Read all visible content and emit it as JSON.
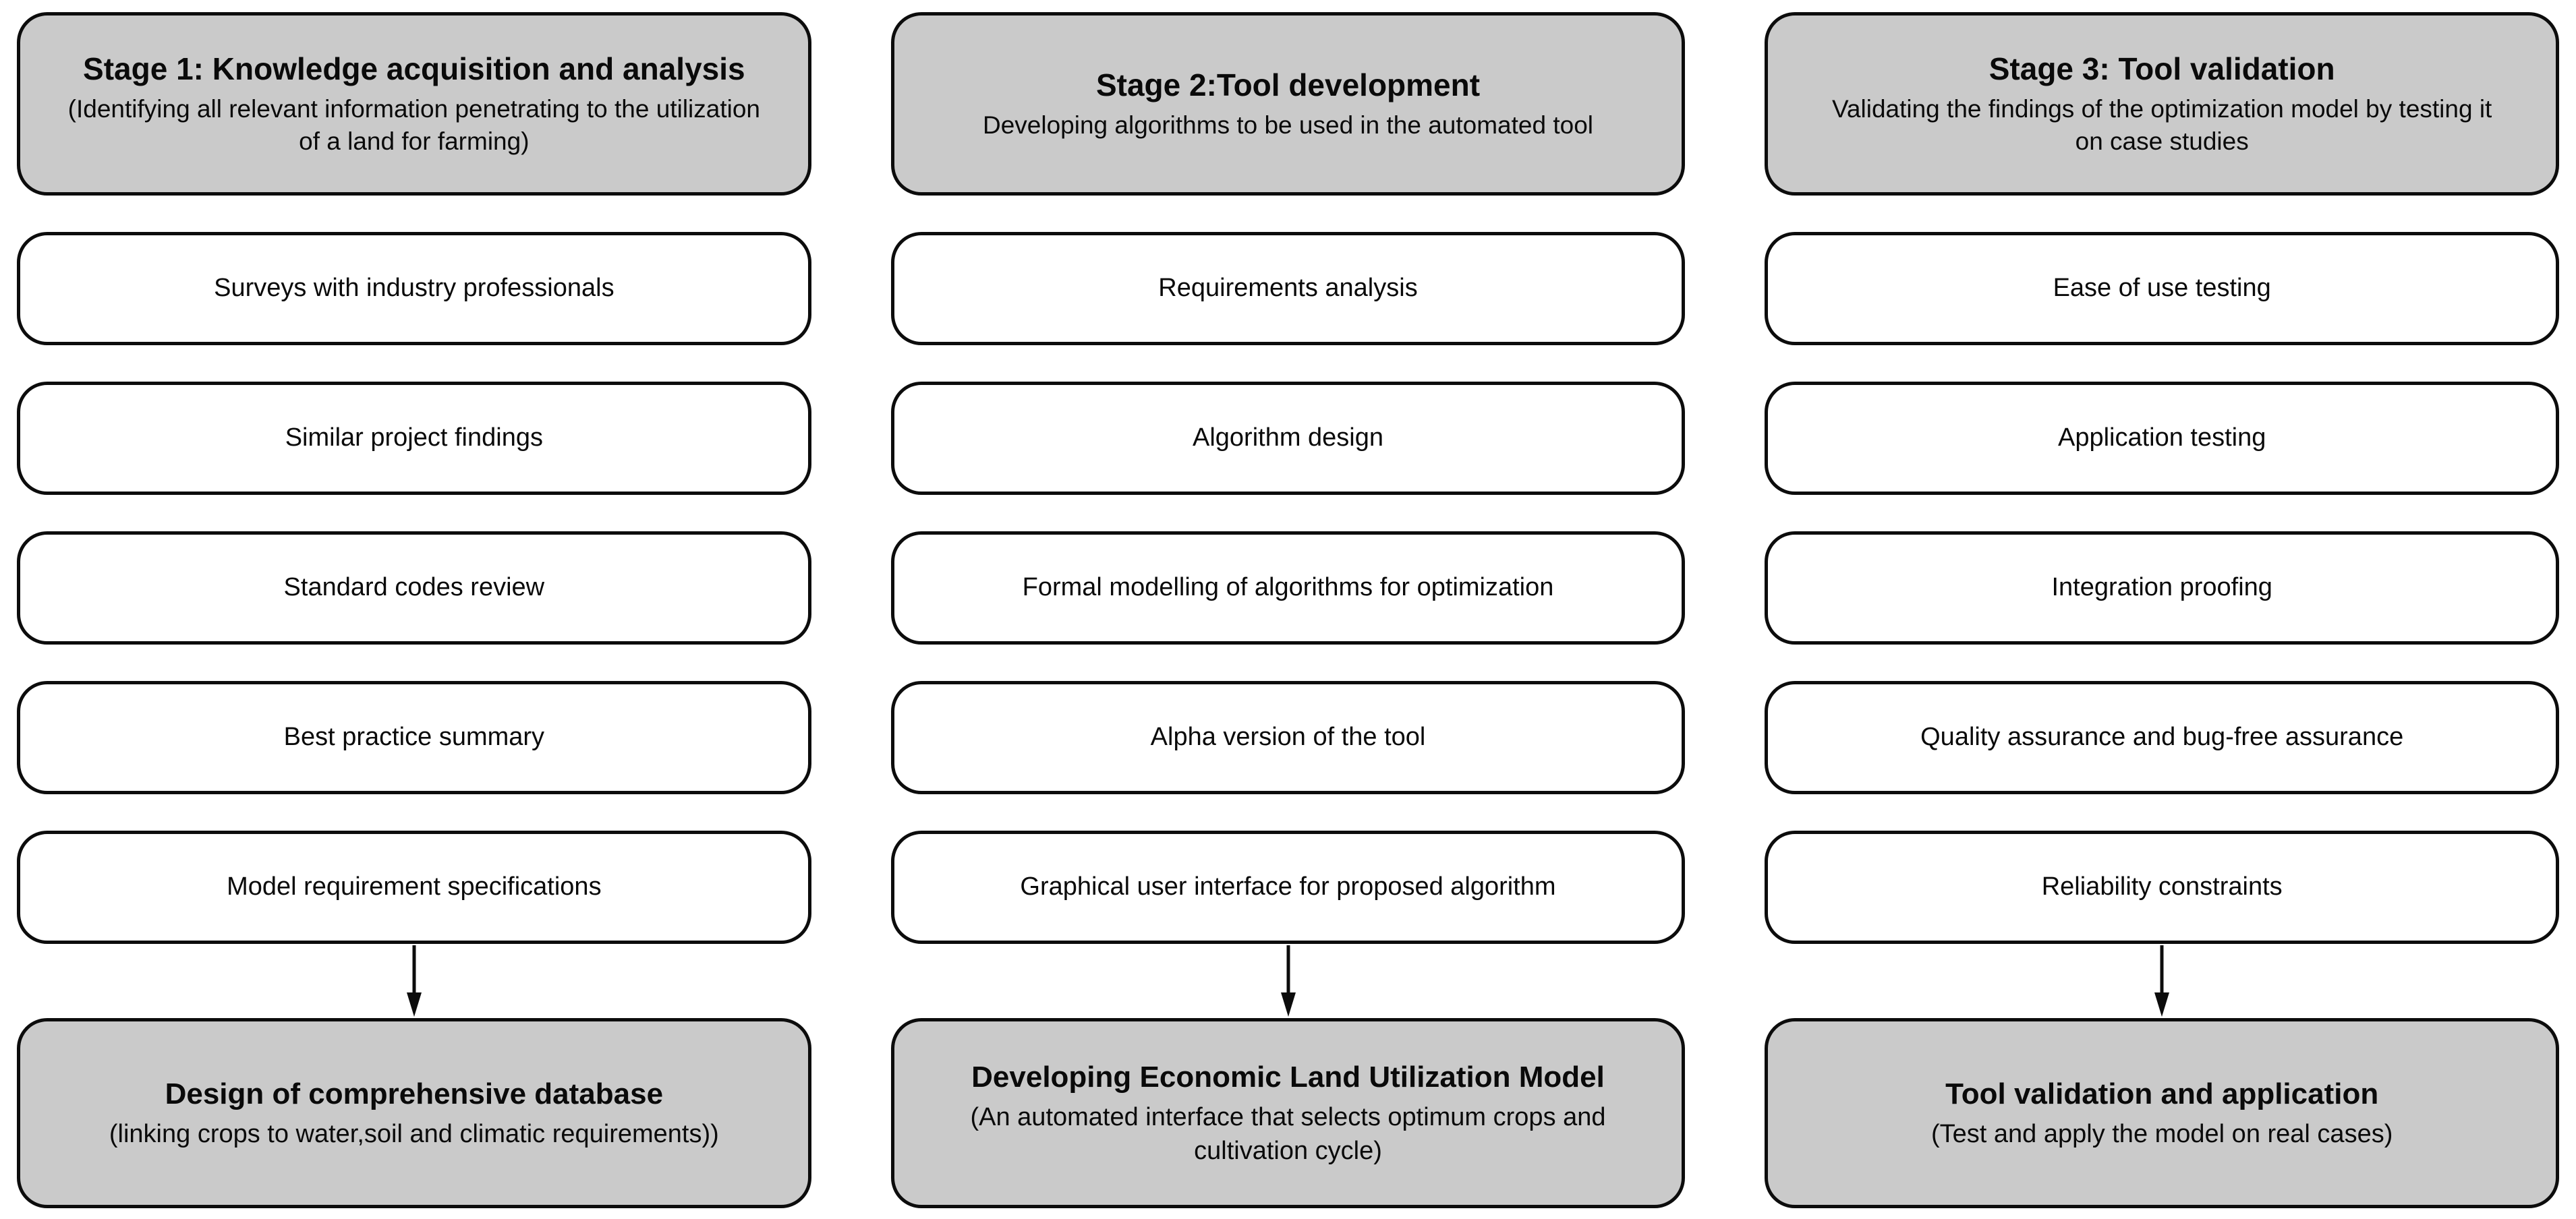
{
  "diagram": {
    "colors": {
      "stage_fill": "#cacaca",
      "step_fill": "#ffffff",
      "border": "#0c0c0c",
      "background": "#ffffff",
      "text": "#0a0a0a"
    },
    "columns": [
      {
        "id": "stage-1",
        "header": {
          "title": "Stage 1: Knowledge acquisition and analysis",
          "subtitle": "(Identifying all relevant information penetrating to the utilization of a land for farming)"
        },
        "steps": [
          "Surveys with industry professionals",
          "Similar project findings",
          "Standard codes review",
          "Best practice summary",
          "Model requirement specifications"
        ],
        "connector_icon": "down-arrow",
        "footer": {
          "title": "Design of comprehensive database",
          "subtitle": "(linking crops to water,soil and climatic requirements))"
        }
      },
      {
        "id": "stage-2",
        "header": {
          "title": "Stage 2:Tool development",
          "subtitle": "Developing algorithms to be used in the automated tool"
        },
        "steps": [
          "Requirements analysis",
          "Algorithm design",
          "Formal modelling of algorithms for optimization",
          "Alpha version of the tool",
          "Graphical user interface for proposed algorithm"
        ],
        "connector_icon": "down-arrow",
        "footer": {
          "title": "Developing Economic Land Utilization Model",
          "subtitle": "(An automated interface that selects optimum crops and cultivation cycle)"
        }
      },
      {
        "id": "stage-3",
        "header": {
          "title": "Stage 3: Tool validation",
          "subtitle": "Validating the findings of the optimization model by testing it on case studies"
        },
        "steps": [
          "Ease of use testing",
          "Application testing",
          "Integration proofing",
          "Quality assurance and bug-free assurance",
          "Reliability constraints"
        ],
        "connector_icon": "down-arrow",
        "footer": {
          "title": "Tool validation and application",
          "subtitle": "(Test and apply the model on real cases)"
        }
      }
    ]
  }
}
